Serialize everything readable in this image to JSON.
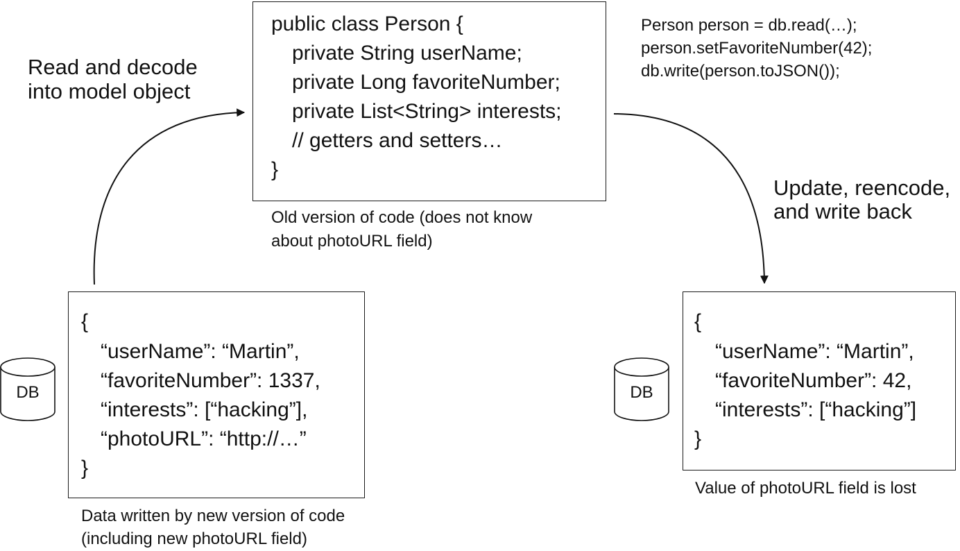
{
  "class_box": {
    "lines": [
      "public class Person {",
      "private String userName;",
      "private Long favoriteNumber;",
      "private List<String> interests;",
      "// getters and setters…",
      "}"
    ],
    "caption": [
      "Old version of code (does not know",
      "about photoURL field)"
    ]
  },
  "read_label": [
    "Read and decode",
    "into model object"
  ],
  "update_code": [
    "Person person = db.read(…);",
    "person.setFavoriteNumber(42);",
    "db.write(person.toJSON());"
  ],
  "update_label": [
    "Update, reencode,",
    "and write back"
  ],
  "left_record": {
    "db_label": "DB",
    "lines": [
      "{",
      "“userName”: “Martin”,",
      "“favoriteNumber”: 1337,",
      "“interests”: [“hacking”],",
      "“photoURL”: “http://…”",
      "}"
    ],
    "caption": [
      "Data written by new version of code",
      "(including new photoURL field)"
    ]
  },
  "right_record": {
    "db_label": "DB",
    "lines": [
      "{",
      "“userName”: “Martin”,",
      "“favoriteNumber”: 42,",
      "“interests”: [“hacking”]",
      "}"
    ],
    "caption": [
      "Value of photoURL field is lost"
    ]
  }
}
